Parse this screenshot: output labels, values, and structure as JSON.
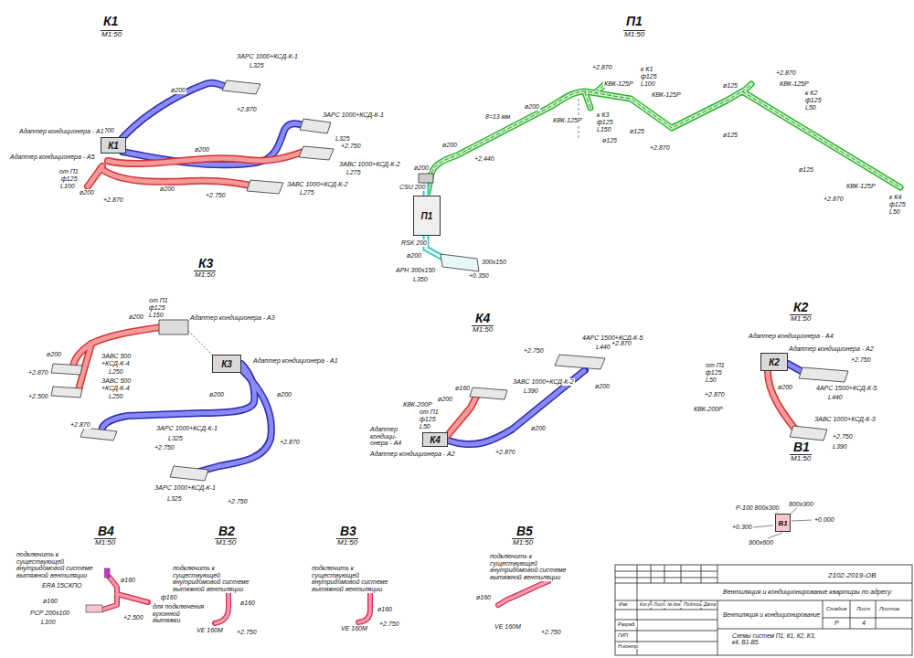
{
  "diagram": {
    "nodes": [
      {
        "text": [
          "К1"
        ]
      },
      {
        "text": [
          "П1"
        ]
      },
      {
        "text": [
          "К3"
        ]
      },
      {
        "text": [
          "К4"
        ]
      },
      {
        "text": [
          "К2"
        ]
      },
      {
        "text": [
          "В1"
        ]
      }
    ],
    "labels": [
      "К1",
      "М1:50",
      "П1",
      "М1:50",
      "К3",
      "М1:50",
      "К4",
      "М1:50",
      "К2",
      "М1:50",
      "В1",
      "М1:50",
      "В4",
      "М1:50",
      "В2",
      "М1:50",
      "В3",
      "М1:50",
      "В5",
      "М1:50",
      "ЗАРС 1000+КСД-К-1",
      "L325",
      "+2.870",
      "ЗАРС 1000+КСД-К-1",
      "L325",
      "+2.750",
      "ЗАВС 1000+КСД-К-2",
      "L275",
      "ЗАВС 1000+КСД-К-2",
      "L275",
      "+2.750",
      "ø200",
      "ø200",
      "ø200",
      "ø200",
      "ø200",
      "Адаптер кондиционера - А1",
      "Адаптер кондиционера - А5",
      "от П1",
      "ф125",
      "L100",
      "+2.870",
      "+2.870",
      "к К1",
      "ф125",
      "L100",
      "КВК-125Р",
      "КВК-125Р",
      "ø200",
      "8=13 мм",
      "КВК-125Р",
      "к К3",
      "ф125",
      "L150",
      "ø125",
      "ø125",
      "ø125",
      "+2.870",
      "КВК-125Р",
      "ø125",
      "к К2",
      "ф125",
      "L50",
      "+2.870",
      "ø125",
      "КВК-125Р",
      "+2.870",
      "к К4",
      "ф125",
      "L50",
      "ø200",
      "+2.440",
      "ø200",
      "CSU 200",
      "RSK 200",
      "ø200",
      "АРН 300х150",
      "L350",
      "300х150",
      "+0.350",
      "от П1",
      "ф125",
      "L150",
      "Адаптер кондиционера - А3",
      "ø200",
      "ø200",
      "+2.870",
      "ЗАВС 500 +КСД-К-4",
      "L250",
      "ЗАВС 500 +КСД-К-4",
      "L250",
      "+2.500",
      "Адаптер кондиционера - А1",
      "ø200",
      "ø200",
      "+2.870",
      "+2.870",
      "ЗАРС 1000+КСД-К-1",
      "L325",
      "+2.750",
      "ЗАРС 1000+КСД-К-1",
      "L325",
      "+2.750",
      "4АРС 1500+КСД-К-5",
      "L440",
      "+2.750",
      "+2.870",
      "ЗАВС 1000+КСД-К-2",
      "L390",
      "ø160",
      "ø200",
      "КВК-200Р",
      "от П1",
      "ф125",
      "L50",
      "ø200",
      "Адаптер кондици- онера - А4",
      "Адаптер кондиционера - А2",
      "+2.870",
      "ø200",
      "Адаптер кондиционера - А4",
      "Адаптер кондиционера - А2",
      "+2.750",
      "от П1",
      "ф125",
      "L50",
      "4АРС 1500+КСД-К-5",
      "L440",
      "ø200",
      "КВК-200Р",
      "+2.870",
      "ЗАВС 1000+КСД-К-3",
      "L390",
      "+2.750",
      "Р-100 800х300",
      "800х300",
      "+0.300",
      "+0.000",
      "900х600",
      "подключить к существующей внутридомовой системе вытяжной вентиляции",
      "ERA 15СКПО",
      "ø160",
      "ø160",
      "РСР 200х100",
      "L100",
      "ф160",
      "для подключения кухонной вытяжки",
      "+2.500",
      "подключить к существующей внутридомовой системе вытяжной вентиляции",
      "ø160",
      "VE 160М",
      "+2.750",
      "подключить к существующей внутридомовой системе вытяжной вентиляции",
      "ø160",
      "VE 160М",
      "+2.750",
      "подключить к существующей внутридомовой системе вытяжной вентиляции",
      "ø160",
      "VE 160М",
      "+2.750",
      "2102-2019-ОВ",
      "Вентиляция и кондиционирование квартиры по адресу:",
      "Изм.",
      "Кол.уч",
      "Лист",
      "№ док.",
      "Подпись",
      "Дата",
      "Разраб.",
      "ГИП",
      "Н.контр.",
      "Вентиляция и кондиционирование",
      "Стадия",
      "Лист",
      "Листов",
      "Р",
      "4",
      "Схемы систем П1, К1, К2, К3, к4, В1-В5."
    ]
  }
}
